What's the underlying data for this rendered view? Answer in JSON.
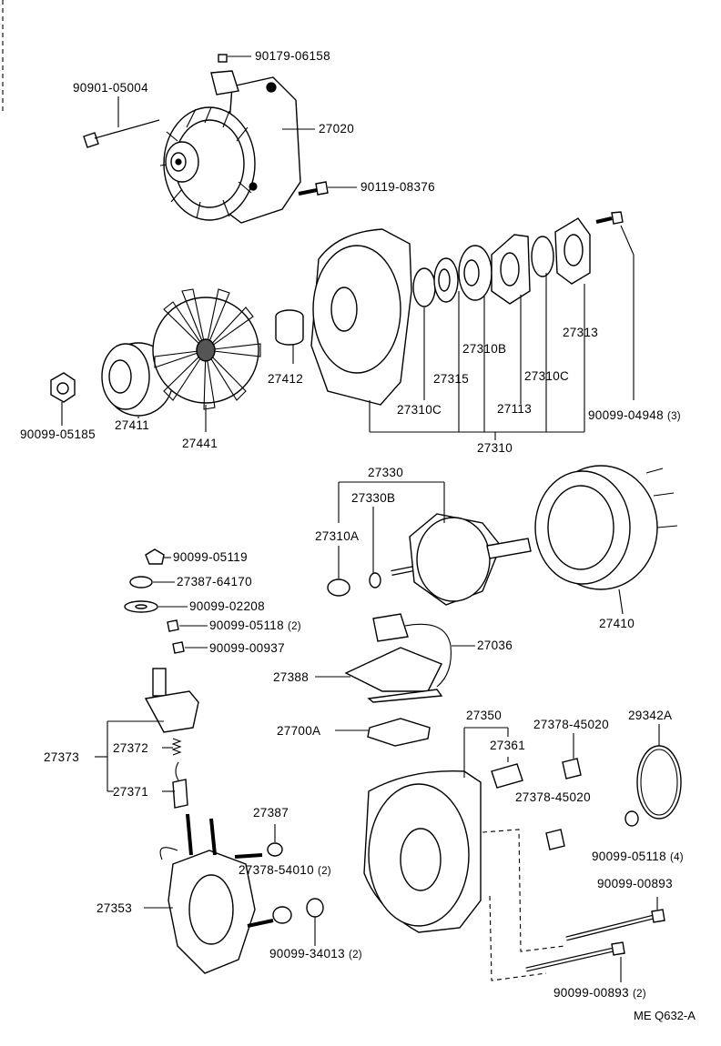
{
  "colors": {
    "ink": "#000000",
    "paper": "#ffffff"
  },
  "parts": {
    "p90179_06158": "90179-06158",
    "p90901_05004": "90901-05004",
    "p27020": "27020",
    "p90119_08376": "90119-08376",
    "p27412": "27412",
    "p90099_05185": "90099-05185",
    "p27411": "27411",
    "p27441": "27441",
    "p27310C_a": "27310C",
    "p27315": "27315",
    "p27310B": "27310B",
    "p27113": "27113",
    "p27310C_b": "27310C",
    "p27313": "27313",
    "p90099_04948": "90099-04948",
    "p27310": "27310",
    "p27330": "27330",
    "p27330B": "27330B",
    "p27310A": "27310A",
    "p27410": "27410",
    "p90099_05119": "90099-05119",
    "p27387_64170": "27387-64170",
    "p90099_02208": "90099-02208",
    "p90099_05118_a": "90099-05118",
    "p90099_00937": "90099-00937",
    "p27036": "27036",
    "p27388": "27388",
    "p27700A": "27700A",
    "p27350": "27350",
    "p27378_45020_a": "27378-45020",
    "p29342A": "29342A",
    "p27361": "27361",
    "p27373": "27373",
    "p27372": "27372",
    "p27371": "27371",
    "p27378_45020_b": "27378-45020",
    "p27387": "27387",
    "p27378_54010": "27378-54010",
    "p90099_05118_b": "90099-05118",
    "p27353": "27353",
    "p90099_00893_a": "90099-00893",
    "p90099_34013": "90099-34013",
    "p90099_00893_b": "90099-00893"
  },
  "qty": {
    "q3": "(3)",
    "q2_a": "(2)",
    "q2_b": "(2)",
    "q4": "(4)",
    "q2_c": "(2)",
    "q2_d": "(2)"
  },
  "figure_code": "ME Q632-A"
}
